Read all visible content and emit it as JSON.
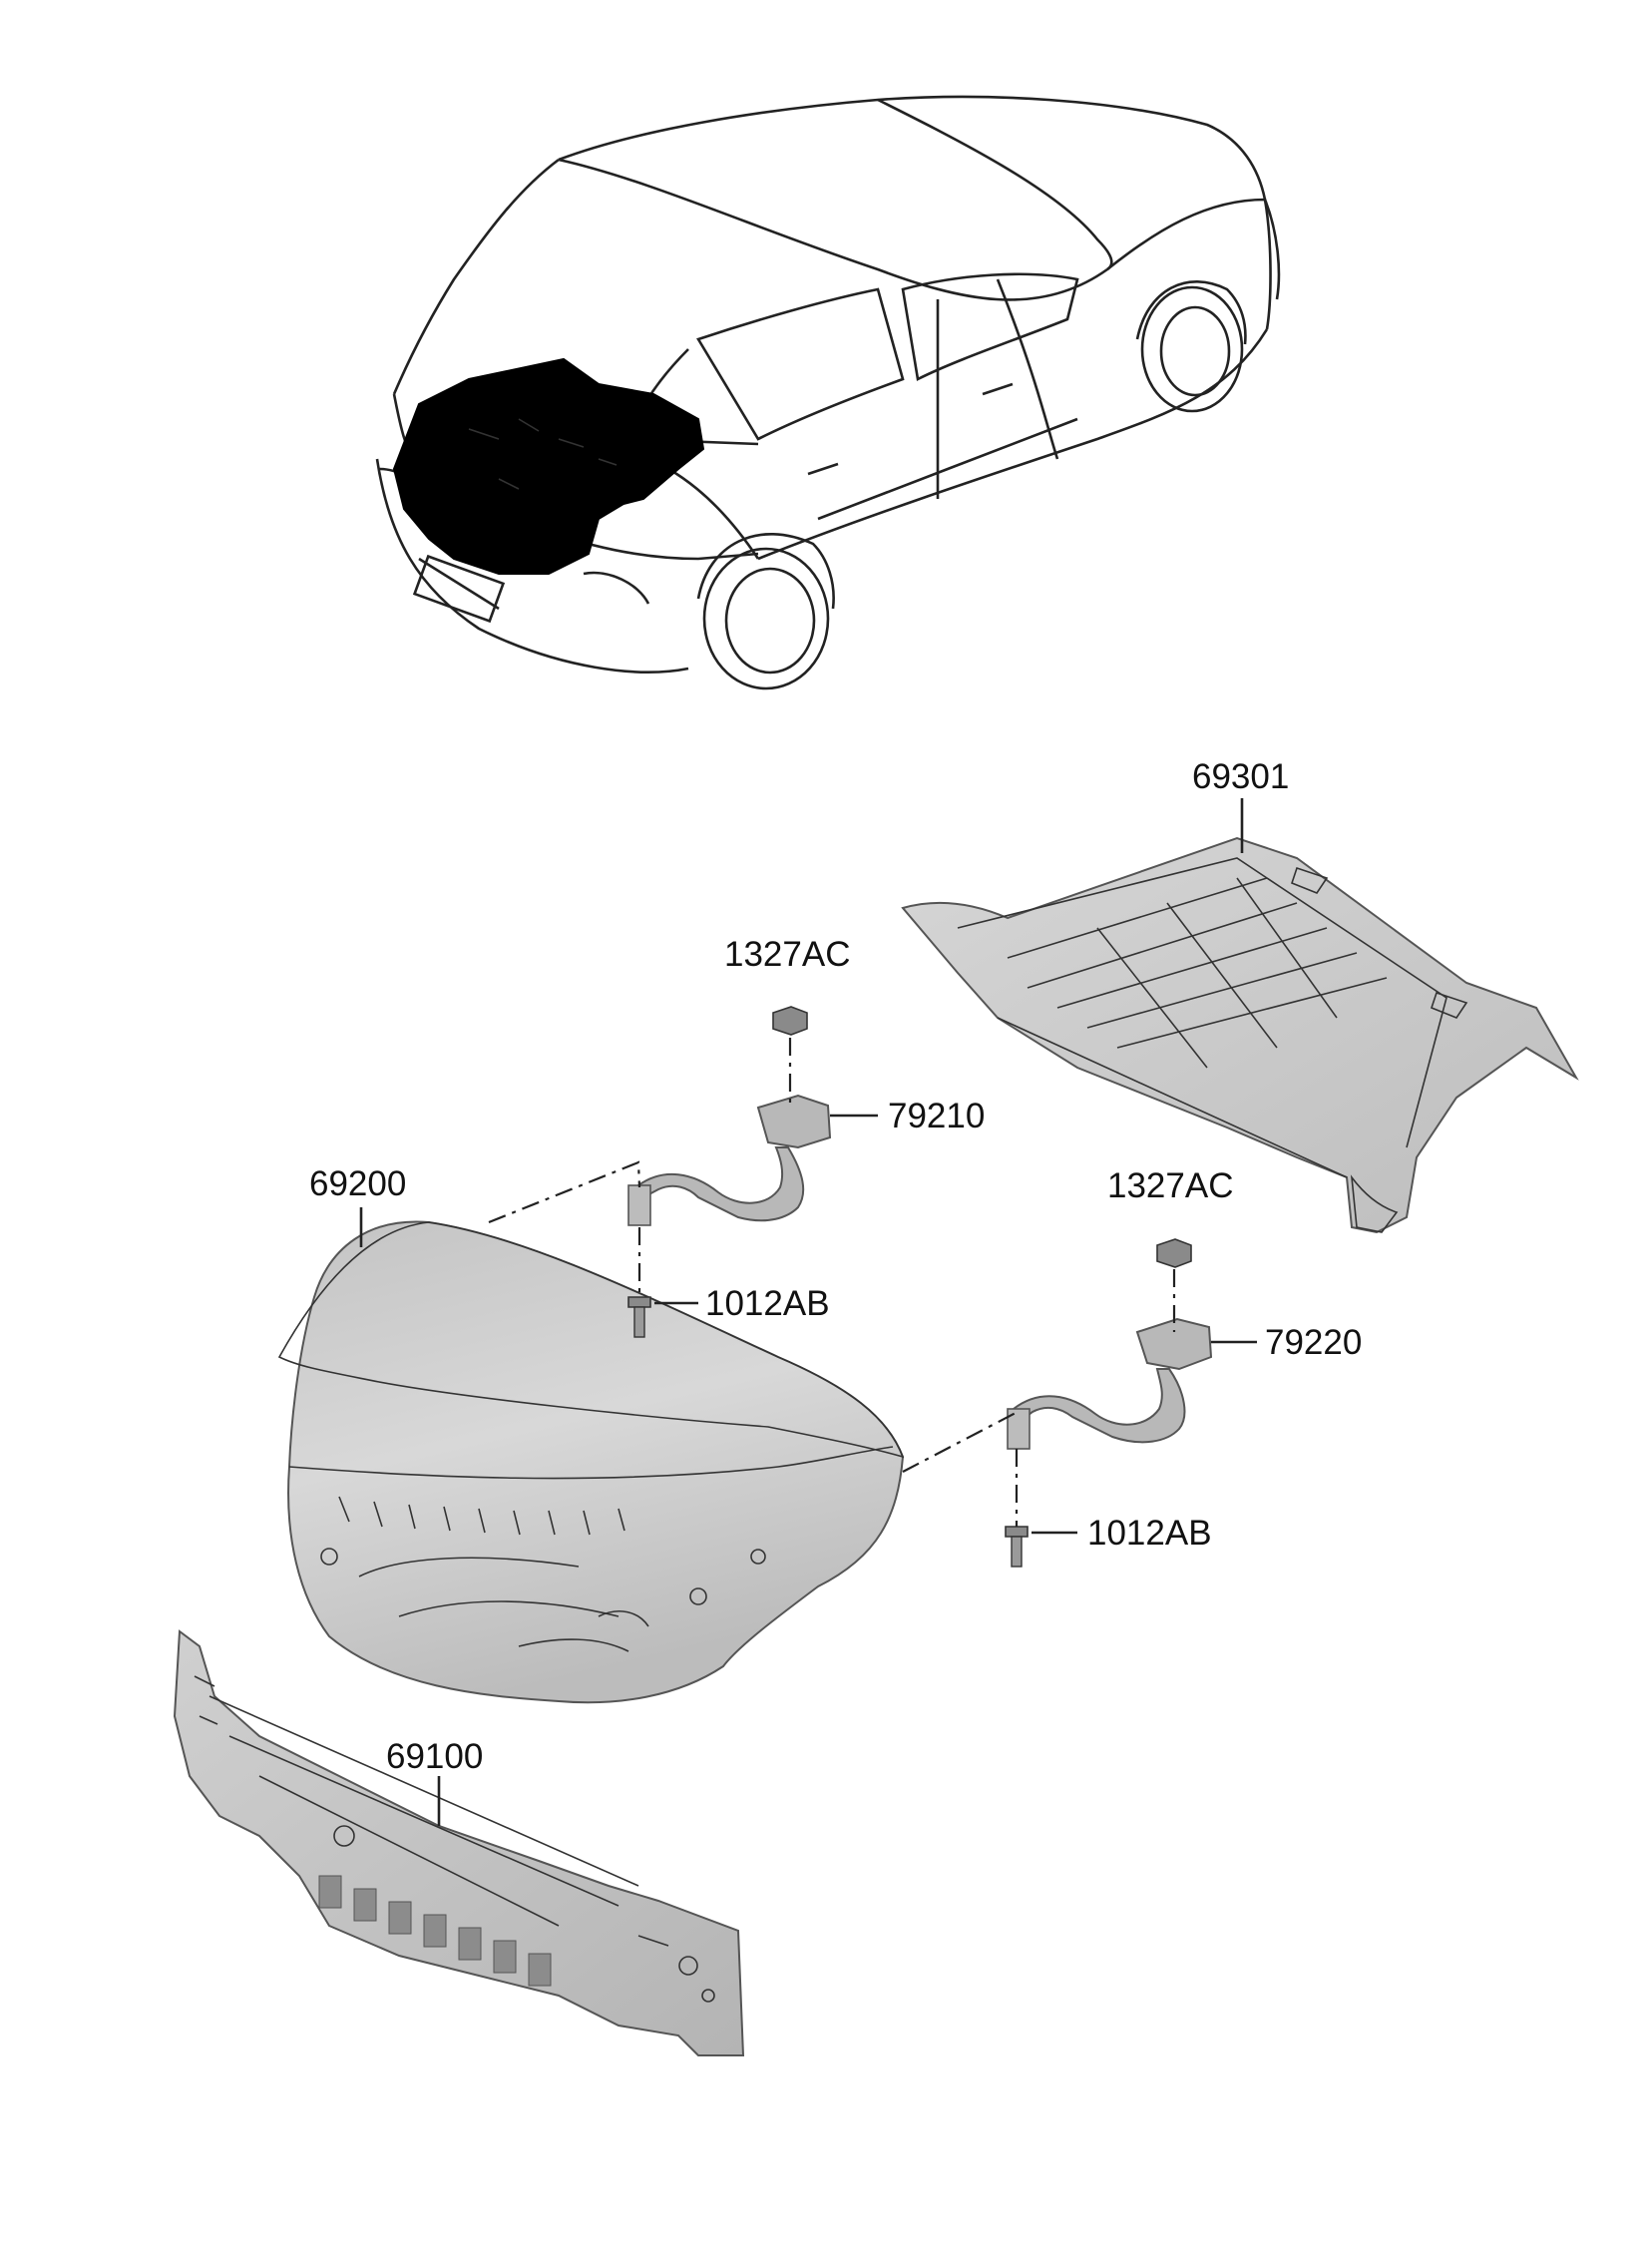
{
  "diagram": {
    "colors": {
      "background": "#ffffff",
      "line": "#222222",
      "panel_light": "#d2d2d2",
      "panel_mid": "#bdbdbd",
      "panel_dark": "#8f8f8f",
      "highlight_black": "#000000"
    },
    "callouts": [
      {
        "id": "rear-floor-pan",
        "text": "69301"
      },
      {
        "id": "trunk-lid",
        "text": "69200"
      },
      {
        "id": "back-panel",
        "text": "69100"
      },
      {
        "id": "nut-left",
        "text": "1327AC"
      },
      {
        "id": "nut-right",
        "text": "1327AC"
      },
      {
        "id": "hinge-left",
        "text": "79210"
      },
      {
        "id": "hinge-right",
        "text": "79220"
      },
      {
        "id": "bolt-left",
        "text": "1012AB"
      },
      {
        "id": "bolt-right",
        "text": "1012AB"
      }
    ]
  }
}
